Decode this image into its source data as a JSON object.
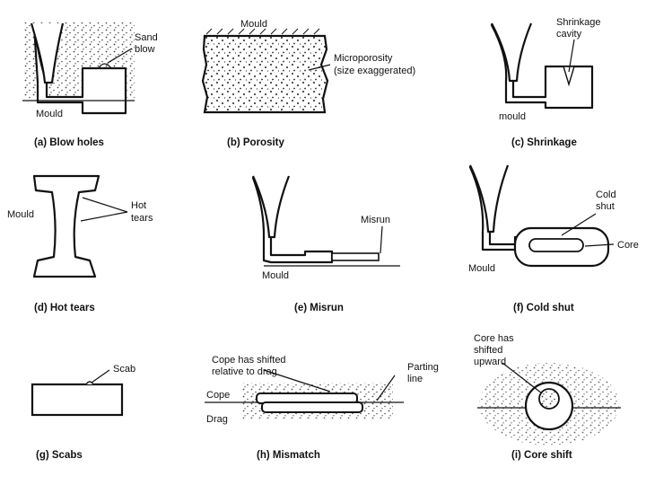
{
  "diagrams": {
    "a": {
      "caption": "(a) Blow holes",
      "labels": [
        "Sand",
        "blow",
        "Mould"
      ]
    },
    "b": {
      "caption": "(b) Porosity",
      "labels": [
        "Mould",
        "Microporosity",
        "(size exaggerated)"
      ]
    },
    "c": {
      "caption": "(c) Shrinkage",
      "labels": [
        "Shrinkage",
        "cavity",
        "mould"
      ]
    },
    "d": {
      "caption": "(d) Hot tears",
      "labels": [
        "Hot",
        "tears",
        "Mould"
      ]
    },
    "e": {
      "caption": "(e) Misrun",
      "labels": [
        "Misrun",
        "Mould"
      ]
    },
    "f": {
      "caption": "(f) Cold shut",
      "labels": [
        "Cold",
        "shut",
        "Core",
        "Mould"
      ]
    },
    "g": {
      "caption": "(g) Scabs",
      "labels": [
        "Scab"
      ]
    },
    "h": {
      "caption": "(h) Mismatch",
      "labels": [
        "Cope has shifted",
        "relative to drag",
        "Parting",
        "line",
        "Cope",
        "Drag"
      ]
    },
    "i": {
      "caption": "(i) Core shift",
      "labels": [
        "Core has",
        "shifted",
        "upward"
      ]
    }
  }
}
